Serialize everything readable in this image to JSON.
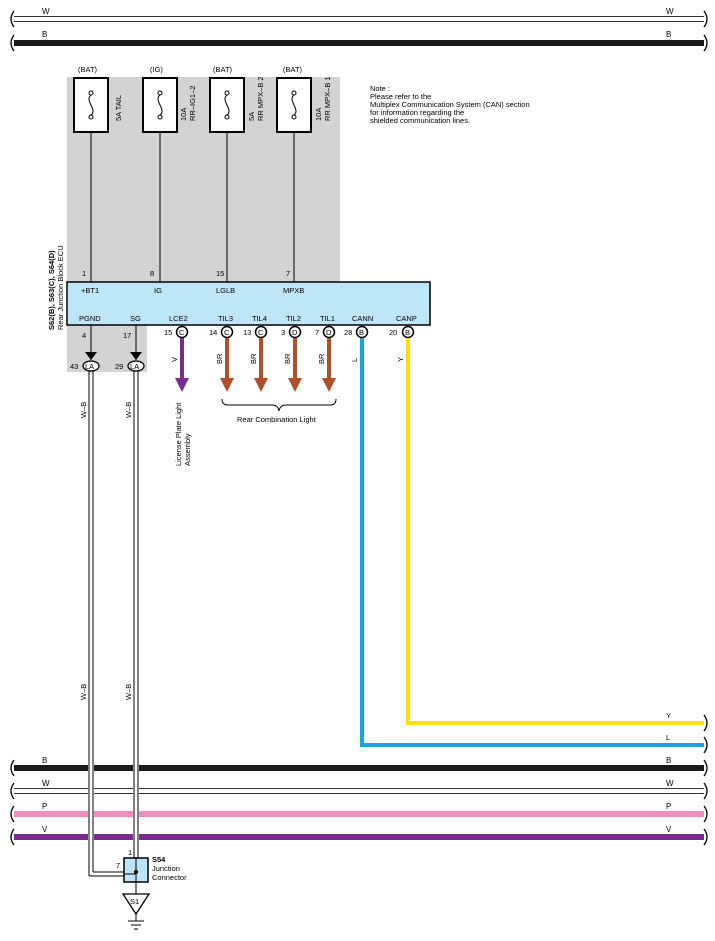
{
  "buses_top": [
    {
      "label": "W",
      "color": "#ffffff"
    },
    {
      "label": "B",
      "color": "#1a1a1a"
    }
  ],
  "buses_bottom": [
    {
      "label": "B",
      "color": "#1a1a1a"
    },
    {
      "label": "W",
      "color": "#ffffff"
    },
    {
      "label": "P",
      "color": "#f08cbe"
    },
    {
      "label": "V",
      "color": "#7a2b91"
    }
  ],
  "fuses": [
    {
      "source": "(BAT)",
      "rating": "",
      "name": "5A TAIL",
      "pin": "1",
      "terminal": "+BT1"
    },
    {
      "source": "(IG)",
      "rating": "10A",
      "name": "RR–IG1–2",
      "pin": "8",
      "terminal": "IG"
    },
    {
      "source": "(BAT)",
      "rating": "5A",
      "name": "RR MPX–B 2",
      "pin": "15",
      "terminal": "LGLB"
    },
    {
      "source": "(BAT)",
      "rating": "10A",
      "name": "RR MPX–B 1",
      "pin": "7",
      "terminal": "MPXB"
    }
  ],
  "note": {
    "lines": [
      "Note :",
      "Please refer to the",
      "Multiplex Communication System (CAN) section",
      "for information regarding the",
      "shielded communication lines."
    ]
  },
  "ecu": {
    "connectors": "S62(B), S63(C), S64(D)",
    "name": "Rear Junction Block ECU"
  },
  "bottom_pins": [
    {
      "pin": "4",
      "terminal": "PGND",
      "conn": "",
      "wire": "W–B",
      "color": "#ffffff"
    },
    {
      "pin": "17",
      "terminal": "SG",
      "conn": "",
      "wire": "W–B",
      "color": "#ffffff"
    },
    {
      "pin": "15",
      "terminal": "LCE2",
      "conn": "C",
      "wire": "V",
      "color": "#7a2b91"
    },
    {
      "pin": "14",
      "terminal": "TIL3",
      "conn": "C",
      "wire": "BR",
      "color": "#b0502a"
    },
    {
      "pin": "13",
      "terminal": "TIL4",
      "conn": "C",
      "wire": "BR",
      "color": "#b0502a"
    },
    {
      "pin": "3",
      "terminal": "TIL2",
      "conn": "D",
      "wire": "BR",
      "color": "#b0502a"
    },
    {
      "pin": "7",
      "terminal": "TIL1",
      "conn": "D",
      "wire": "BR",
      "color": "#b0502a"
    },
    {
      "pin": "28",
      "terminal": "CANN",
      "conn": "B",
      "wire": "L",
      "color": "#1aa3e0"
    },
    {
      "pin": "20",
      "terminal": "CANP",
      "conn": "B",
      "wire": "Y",
      "color": "#ffe000"
    }
  ],
  "la_connectors": [
    {
      "pin": "43",
      "conn": "LA"
    },
    {
      "pin": "29",
      "conn": "LA"
    }
  ],
  "license_plate_label": "License Plate Light Assembly",
  "license_plate_lines": [
    "License Plate Light",
    "Assembly"
  ],
  "rear_combination_label": "Rear Combination Light",
  "can_exits": [
    {
      "label": "Y",
      "color": "#ffe000"
    },
    {
      "label": "L",
      "color": "#1aa3e0"
    }
  ],
  "junction": {
    "id": "S54",
    "name_lines": [
      "Junction",
      "Connector"
    ],
    "pin_left": "7",
    "pin_top": "1"
  },
  "ground": {
    "id": "S1"
  }
}
